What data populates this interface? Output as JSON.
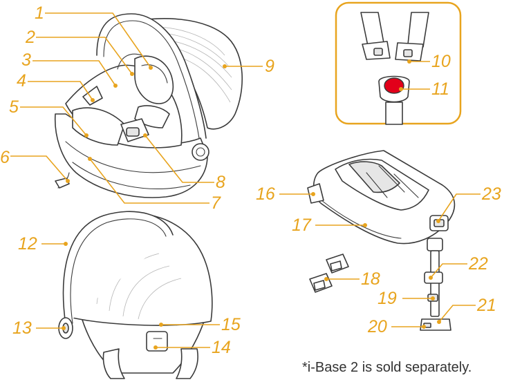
{
  "callouts": {
    "n1": "1",
    "n2": "2",
    "n3": "3",
    "n4": "4",
    "n5": "5",
    "n6": "6",
    "n7": "7",
    "n8": "8",
    "n9": "9",
    "n10": "10",
    "n11": "11",
    "n12": "12",
    "n13": "13",
    "n14": "14",
    "n15": "15",
    "n16": "16",
    "n17": "17",
    "n18": "18",
    "n19": "19",
    "n20": "20",
    "n21": "21",
    "n22": "22",
    "n23": "23"
  },
  "footnote": "*i-Base 2 is sold separately.",
  "colors": {
    "accent": "#e8a41e",
    "buckle_button": "#e2001a",
    "line_art": "#3a3a3a"
  }
}
